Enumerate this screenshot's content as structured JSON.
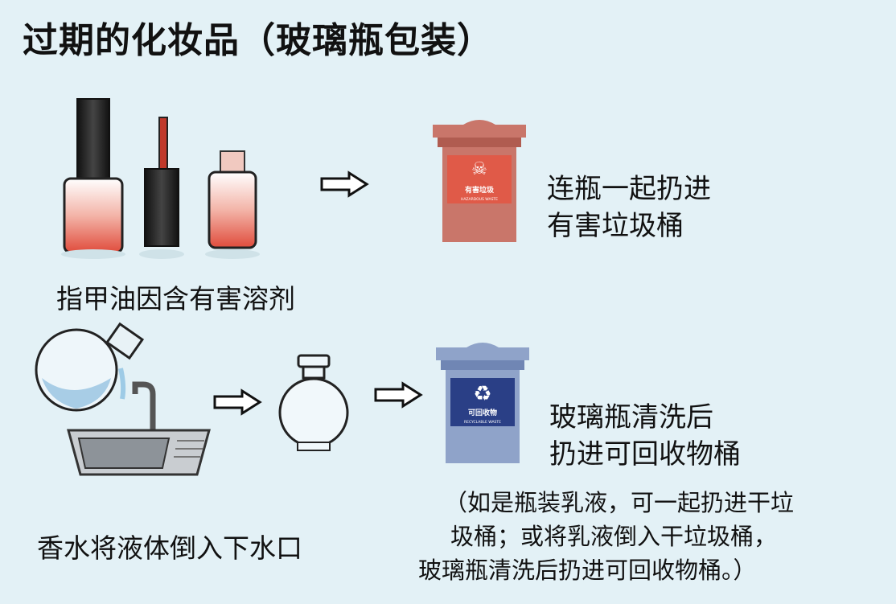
{
  "title": "过期的化妆品（玻璃瓶包装）",
  "sections": [
    {
      "caption": "指甲油因含有害溶剂",
      "instruction_lines": [
        "连瓶一起扔进",
        "有害垃圾桶"
      ],
      "bin": {
        "label_cn": "有害垃圾",
        "label_en": "HAZARDOUS WASTE",
        "color": "#c9766a",
        "panel_color": "#e05a48"
      }
    },
    {
      "caption": "香水将液体倒入下水口",
      "instruction_lines": [
        "玻璃瓶清洗后",
        "扔进可回收物桶"
      ],
      "bin": {
        "label_cn": "可回收物",
        "label_en": "RECYCLABLE WASTE",
        "color": "#8fa3c9",
        "panel_color": "#2a3f86"
      },
      "note_lines": [
        "（如是瓶装乳液，可一起扔进干垃",
        "圾桶；或将乳液倒入干垃圾桶，",
        "玻璃瓶清洗后扔进可回收物桶。）"
      ]
    }
  ]
}
